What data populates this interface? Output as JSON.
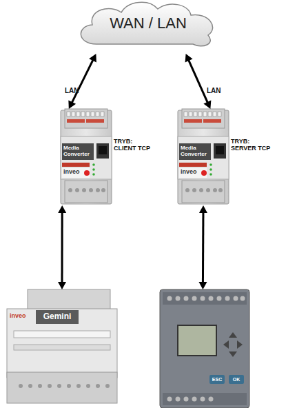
{
  "diagram": {
    "nodes": [
      {
        "text": [
          "WAN / LAN"
        ]
      },
      {
        "text": [
          "Media Converter",
          "inveo"
        ]
      },
      {
        "text": [
          "Media Converter",
          "inveo"
        ]
      },
      {
        "text": [
          "inveo",
          "Gemini"
        ]
      },
      {
        "text": [
          "ESC",
          "OK"
        ]
      }
    ],
    "edges": [
      {
        "from": 0,
        "to": 1,
        "label": "LAN",
        "arrow": "both"
      },
      {
        "from": 0,
        "to": 2,
        "label": "LAN",
        "arrow": "both"
      },
      {
        "from": 1,
        "to": 3,
        "arrow": "both"
      },
      {
        "from": 2,
        "to": 4,
        "arrow": "both"
      }
    ],
    "labels": [
      "TRYB: CLIENT TCP",
      "TRYB: SERVER TCP"
    ]
  }
}
